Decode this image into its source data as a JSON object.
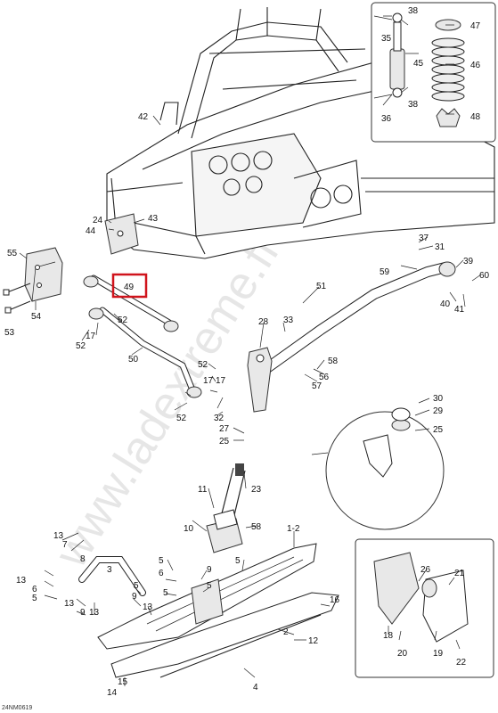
{
  "diagram_code": "24NM0619",
  "watermark": "www.ladextreme.fr",
  "highlight_callout": "49",
  "callouts": {
    "c1_2": "1-2",
    "c2": "2",
    "c3": "3",
    "c4": "4",
    "c5": "5",
    "c6": "6",
    "c7": "7",
    "c8": "8",
    "c9": "9",
    "c10": "10",
    "c11": "11",
    "c12": "12",
    "c13": "13",
    "c14": "14",
    "c15": "15",
    "c16": "16",
    "c17": "17",
    "c18": "18",
    "c19": "19",
    "c20": "20",
    "c21": "21",
    "c22": "22",
    "c23": "23",
    "c24": "24",
    "c25": "25",
    "c26": "26",
    "c27": "27",
    "c28": "28",
    "c29": "29",
    "c30": "30",
    "c31": "31",
    "c32": "32",
    "c33": "33",
    "c35": "35",
    "c36": "36",
    "c37": "37",
    "c38": "38",
    "c39": "39",
    "c40": "40",
    "c41": "41",
    "c42": "42",
    "c43": "43",
    "c44": "44",
    "c45": "45",
    "c46": "46",
    "c47": "47",
    "c48": "48",
    "c49": "49",
    "c50": "50",
    "c51": "51",
    "c52": "52",
    "c53": "53",
    "c54": "54",
    "c55": "55",
    "c56": "56",
    "c57": "57",
    "c58": "58",
    "c59": "59",
    "c60": "60"
  },
  "colors": {
    "highlight": "#d0141c",
    "line": "#222222",
    "watermark": "#c9c9c9"
  }
}
